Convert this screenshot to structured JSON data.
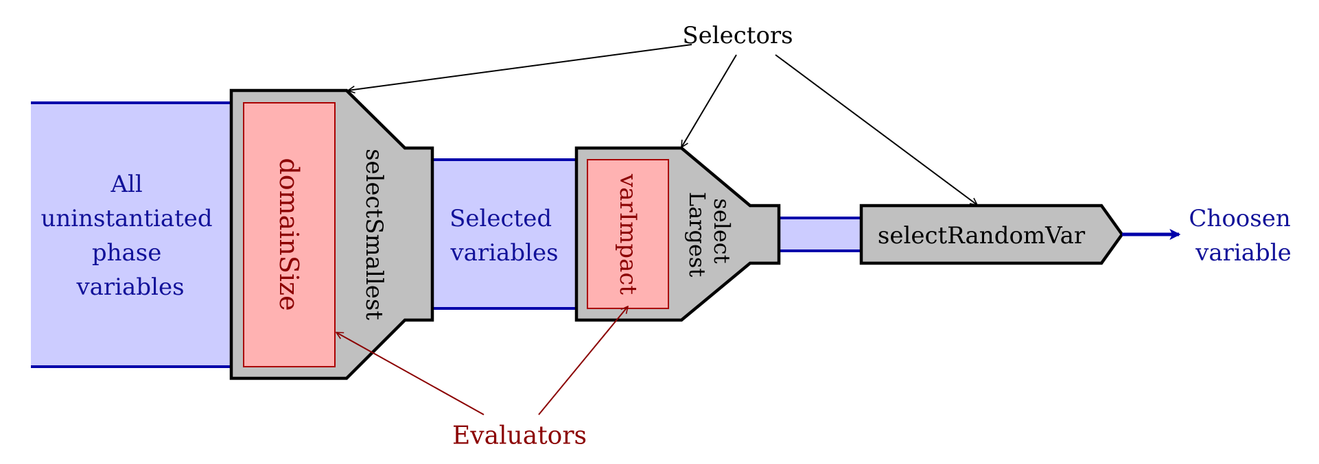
{
  "colors": {
    "flow_fill": "#ccccff",
    "flow_line": "#0000aa",
    "flow_text": "#111199",
    "selector_fill": "#c0c0c0",
    "selector_stroke": "#000000",
    "evaluator_fill": "#ffb2b2",
    "evaluator_stroke": "#aa0000",
    "evaluator_text": "#8b0000"
  },
  "flows": {
    "all_variables": [
      "All",
      "uninstantiated",
      "phase",
      "variables"
    ],
    "selected_variables": [
      "Selected",
      "variables"
    ],
    "chosen_variable": [
      "Choosen",
      "variable"
    ]
  },
  "selectors": {
    "heading": "Selectors",
    "select_smallest": "selectSmallest",
    "select_largest": [
      "select",
      "Largest"
    ],
    "select_random": "selectRandomVar"
  },
  "evaluators": {
    "heading": "Evaluators",
    "domain_size": "domainSize",
    "var_impact": "varImpact"
  }
}
